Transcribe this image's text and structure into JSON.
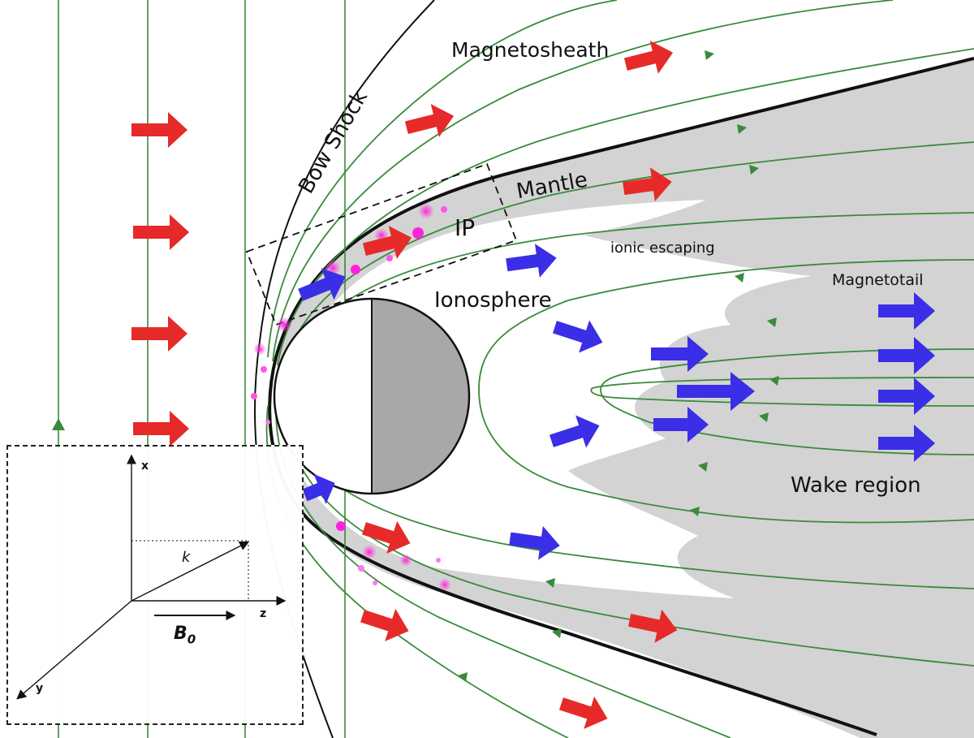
{
  "labels": {
    "magnetosheath": "Magnetosheath",
    "bow_shock": "Bow Shock",
    "mantle": "Mantle",
    "ip": "IP",
    "ionic_escaping": "ionic escaping",
    "ionosphere": "Ionosphere",
    "magnetotail": "Magnetotail",
    "wake_region": "Wake region"
  },
  "inset": {
    "axis_x": "x",
    "axis_y": "y",
    "axis_z": "z",
    "wave_vector": "k",
    "field": "B",
    "field_sub": "0"
  },
  "colors": {
    "field_line": "#3a8a3a",
    "solar_wind_arrow": "#e32b2b",
    "escaping_ion_arrow": "#3a2ee6",
    "region_fill": "#d4d4d4",
    "planet_night": "#a8a8a8",
    "plasma_blob": "#ff2bd6"
  }
}
